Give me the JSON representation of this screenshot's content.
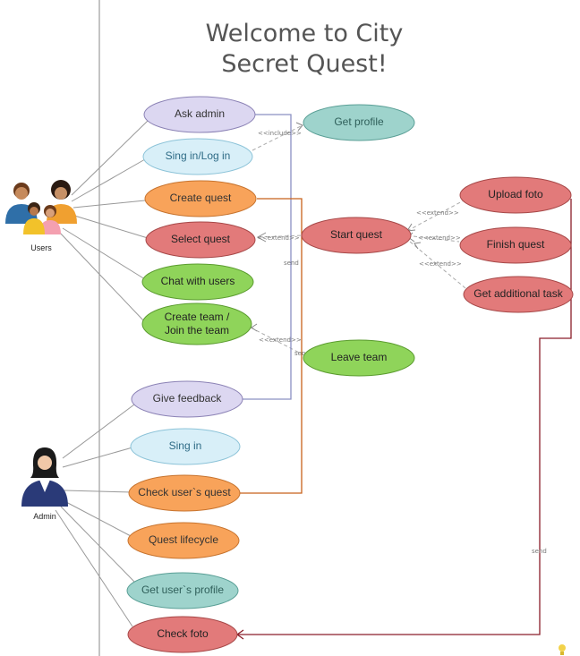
{
  "title": {
    "line1": "Welcome to City",
    "line2": "Secret Quest!"
  },
  "actors": {
    "users": "Users",
    "admin": "Admin"
  },
  "use_cases": {
    "ask_admin": "Ask admin",
    "sign_in_login": "Sing in/Log in",
    "create_quest": "Create quest",
    "select_quest": "Select quest",
    "chat_with_users": "Chat with users",
    "create_team_line1": "Create team /",
    "create_team_line2": "Join the team",
    "give_feedback": "Give feedback",
    "sign_in": "Sing in",
    "check_users_quest": "Check user`s quest",
    "quest_lifecycle": "Quest lifecycle",
    "get_users_profile": "Get user`s profile",
    "check_foto": "Check foto",
    "get_profile": "Get profile",
    "start_quest": "Start quest",
    "leave_team": "Leave team",
    "upload_foto": "Upload foto",
    "finish_quest": "Finish quest",
    "get_additional_task": "Get additional task"
  },
  "relations": {
    "include": "<<include>>",
    "extend": "<<extend>>",
    "send": "send"
  },
  "colors": {
    "purple_fill": "#dcd7f1",
    "purple_stroke": "#8b82b5",
    "blue_fill": "#d8eff8",
    "blue_stroke": "#8cc3d8",
    "orange_fill": "#f8a35a",
    "orange_stroke": "#c7742f",
    "red_fill": "#e27a7a",
    "red_stroke": "#a64848",
    "green_fill": "#8fd45a",
    "green_stroke": "#5b9c2f",
    "teal_fill": "#9ed3cc",
    "teal_stroke": "#5a9f96",
    "orange_line": "#c8621b",
    "red_line": "#8a1e2a"
  }
}
